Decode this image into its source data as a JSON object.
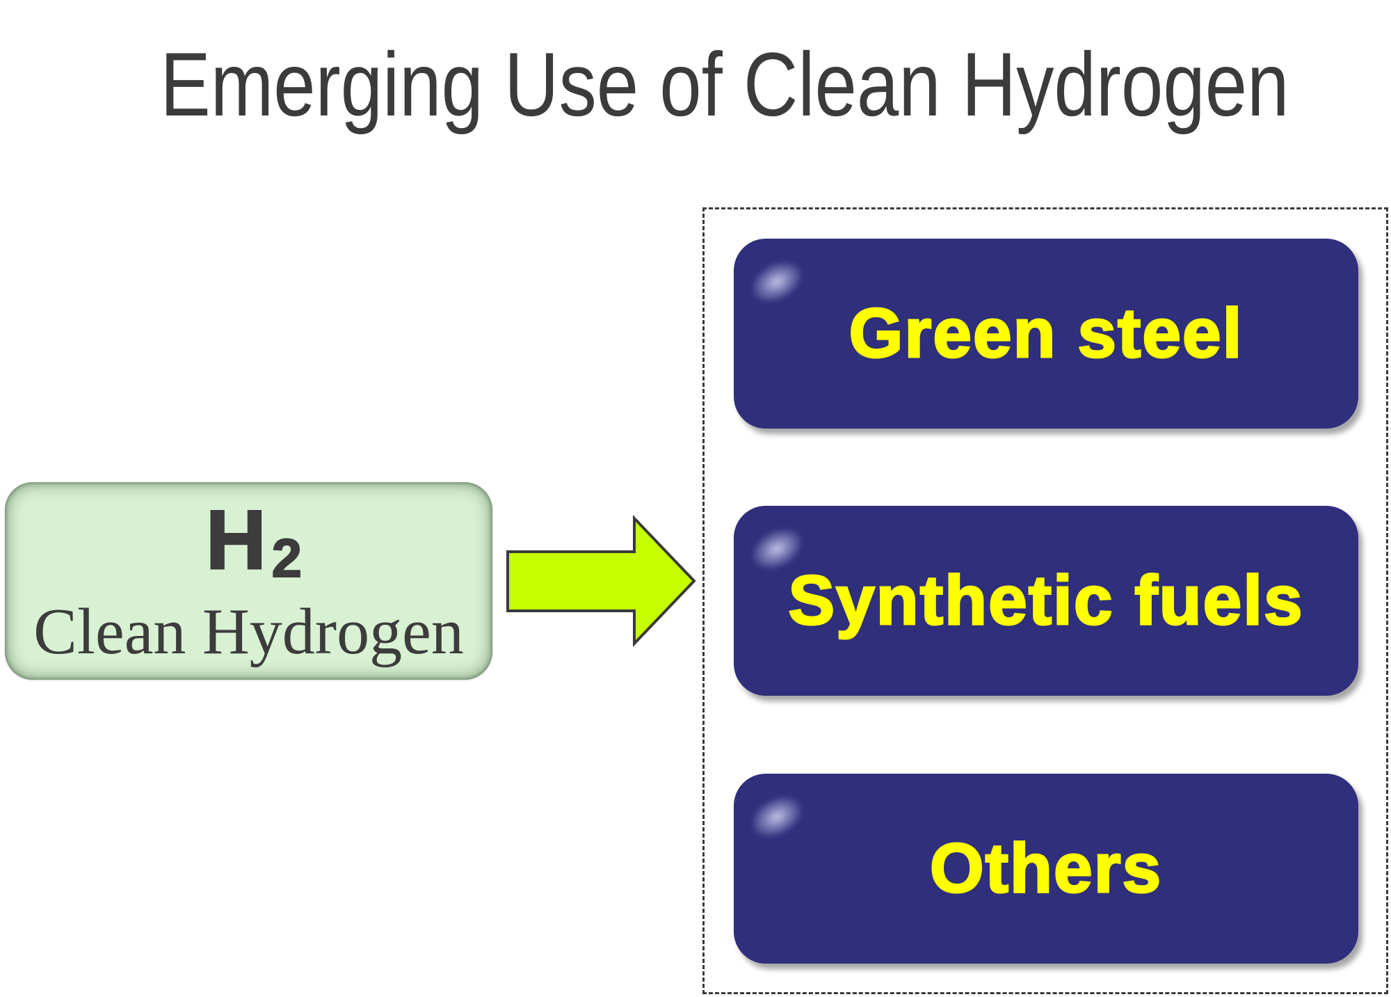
{
  "title": "Emerging Use of Clean Hydrogen",
  "source": {
    "symbol": "H",
    "subscript": "2",
    "label": "Clean Hydrogen",
    "fill_color": "#d9f1d3",
    "text_color": "#3c3c3c"
  },
  "arrow": {
    "fill_color": "#c5ff00",
    "stroke_color": "#3a3a3a",
    "direction": "right"
  },
  "uses": [
    {
      "label": "Green steel"
    },
    {
      "label": "Synthetic fuels"
    },
    {
      "label": "Others"
    }
  ],
  "colors": {
    "use_box": "#2f2f7b",
    "use_text": "#ffff00",
    "title_text": "#3b3b3b",
    "dashed_border": "#3b3b3b"
  }
}
